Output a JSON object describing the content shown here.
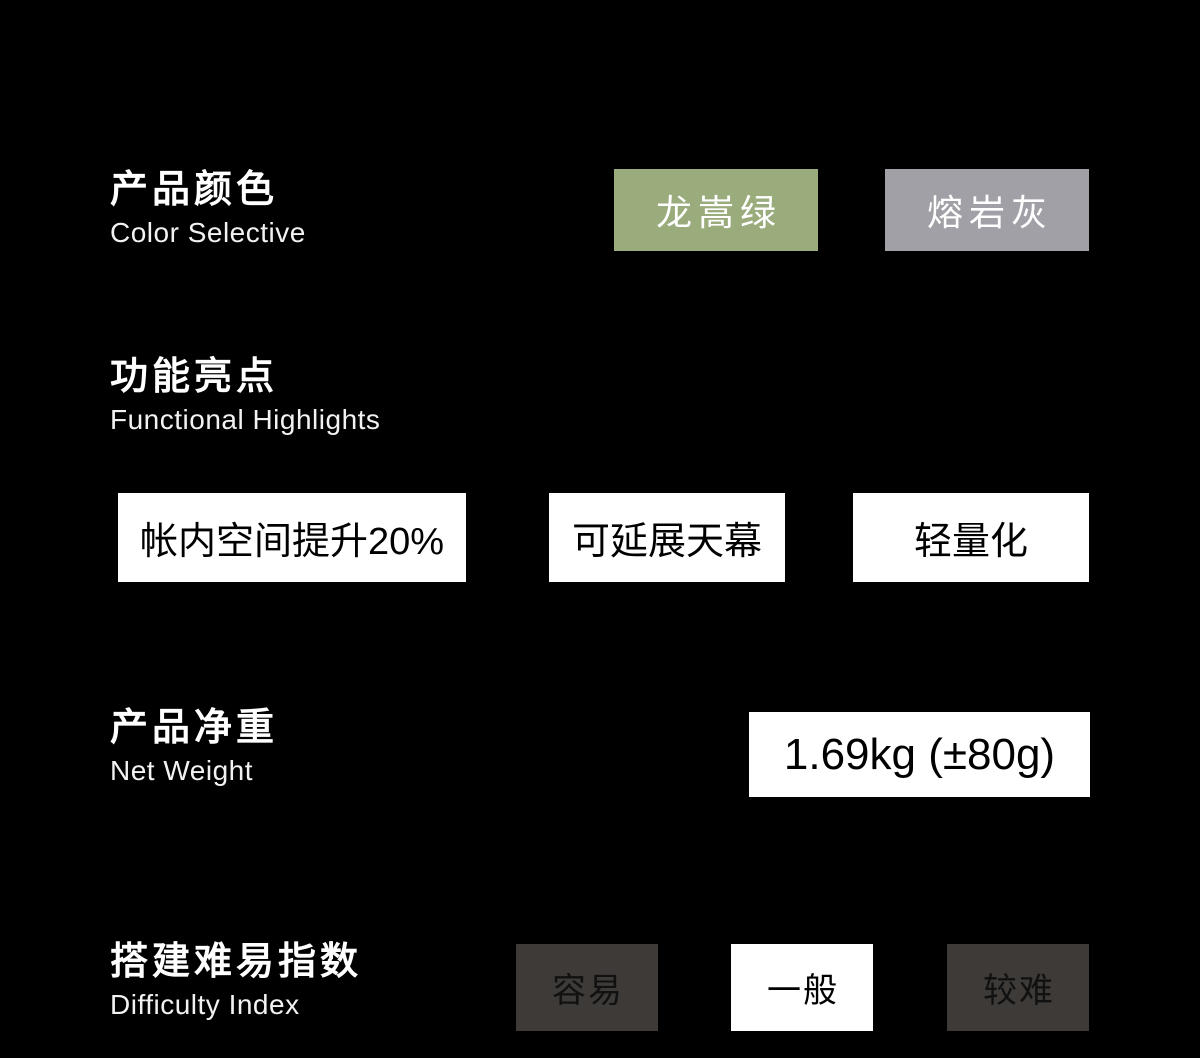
{
  "background_color": "#000000",
  "sections": [
    {
      "id": "color-selective",
      "label_cn": "产品颜色",
      "label_en": "Color Selective",
      "swatches": [
        {
          "name": "龙嵩绿",
          "color": "#9aab7c",
          "text_color": "#ffffff",
          "selected": true
        },
        {
          "name": "熔岩灰",
          "color": "#a0a0a6",
          "text_color": "#ffffff",
          "selected": true
        }
      ]
    },
    {
      "id": "functional-highlights",
      "label_cn": "功能亮点",
      "label_en": "Functional  Highlights",
      "tags": [
        {
          "text": "帐内空间提升20%",
          "bg": "#ffffff",
          "fg": "#000000"
        },
        {
          "text": "可延展天幕",
          "bg": "#ffffff",
          "fg": "#000000"
        },
        {
          "text": "轻量化",
          "bg": "#ffffff",
          "fg": "#000000"
        }
      ]
    },
    {
      "id": "net-weight",
      "label_cn": "产品净重",
      "label_en": "Net Weight",
      "value": "1.69kg (±80g)",
      "value_bg": "#ffffff",
      "value_fg": "#000000"
    },
    {
      "id": "difficulty-index",
      "label_cn": "搭建难易指数",
      "label_en": "Difficulty Index",
      "options": [
        {
          "text": "容易",
          "state": "inactive",
          "bg": "#3d3a38",
          "fg": "#111111"
        },
        {
          "text": "一般",
          "state": "active",
          "bg": "#ffffff",
          "fg": "#000000"
        },
        {
          "text": "较难",
          "state": "inactive",
          "bg": "#3d3a38",
          "fg": "#111111"
        }
      ],
      "selected": "一般"
    }
  ]
}
